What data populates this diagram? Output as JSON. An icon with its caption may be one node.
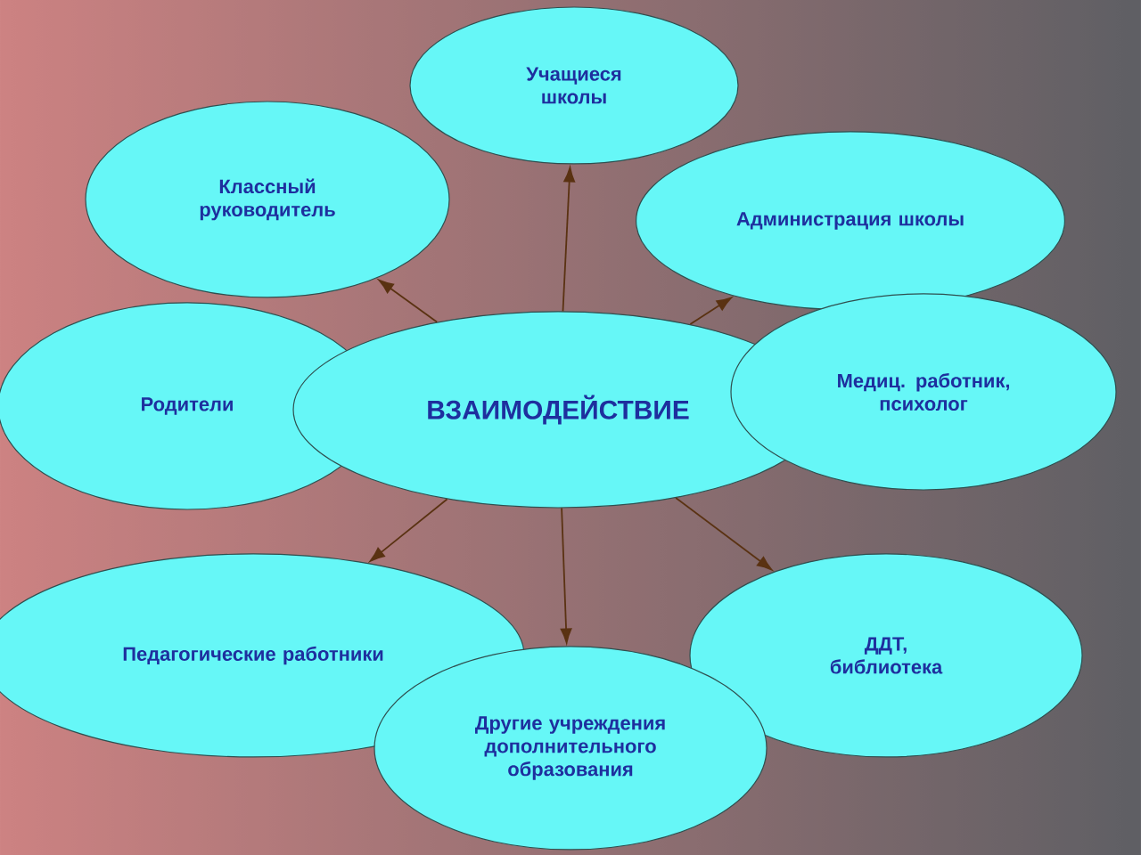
{
  "diagram": {
    "nodes": [
      {
        "text": [
          "Учащиеся школы"
        ]
      },
      {
        "text": [
          "Классный руководитель"
        ]
      },
      {
        "text": [
          "Администрация школы"
        ]
      },
      {
        "text": [
          "Родители"
        ]
      },
      {
        "text": [
          "ВЗАИМОДЕЙСТВИЕ"
        ]
      },
      {
        "text": [
          "Медиц. работник, психолог"
        ]
      },
      {
        "text": [
          "Педагогические работники"
        ]
      },
      {
        "text": [
          "ДДТ, библиотека"
        ]
      },
      {
        "text": [
          "Другие учреждения дополнительного образования"
        ]
      }
    ],
    "edges": [
      {
        "from": 4,
        "to": 0,
        "arrow": "to"
      },
      {
        "from": 4,
        "to": 1,
        "arrow": "to"
      },
      {
        "from": 4,
        "to": 2,
        "arrow": "to"
      },
      {
        "from": 4,
        "to": 6,
        "arrow": "to"
      },
      {
        "from": 4,
        "to": 7,
        "arrow": "to"
      },
      {
        "from": 4,
        "to": 8,
        "arrow": "to"
      }
    ]
  }
}
